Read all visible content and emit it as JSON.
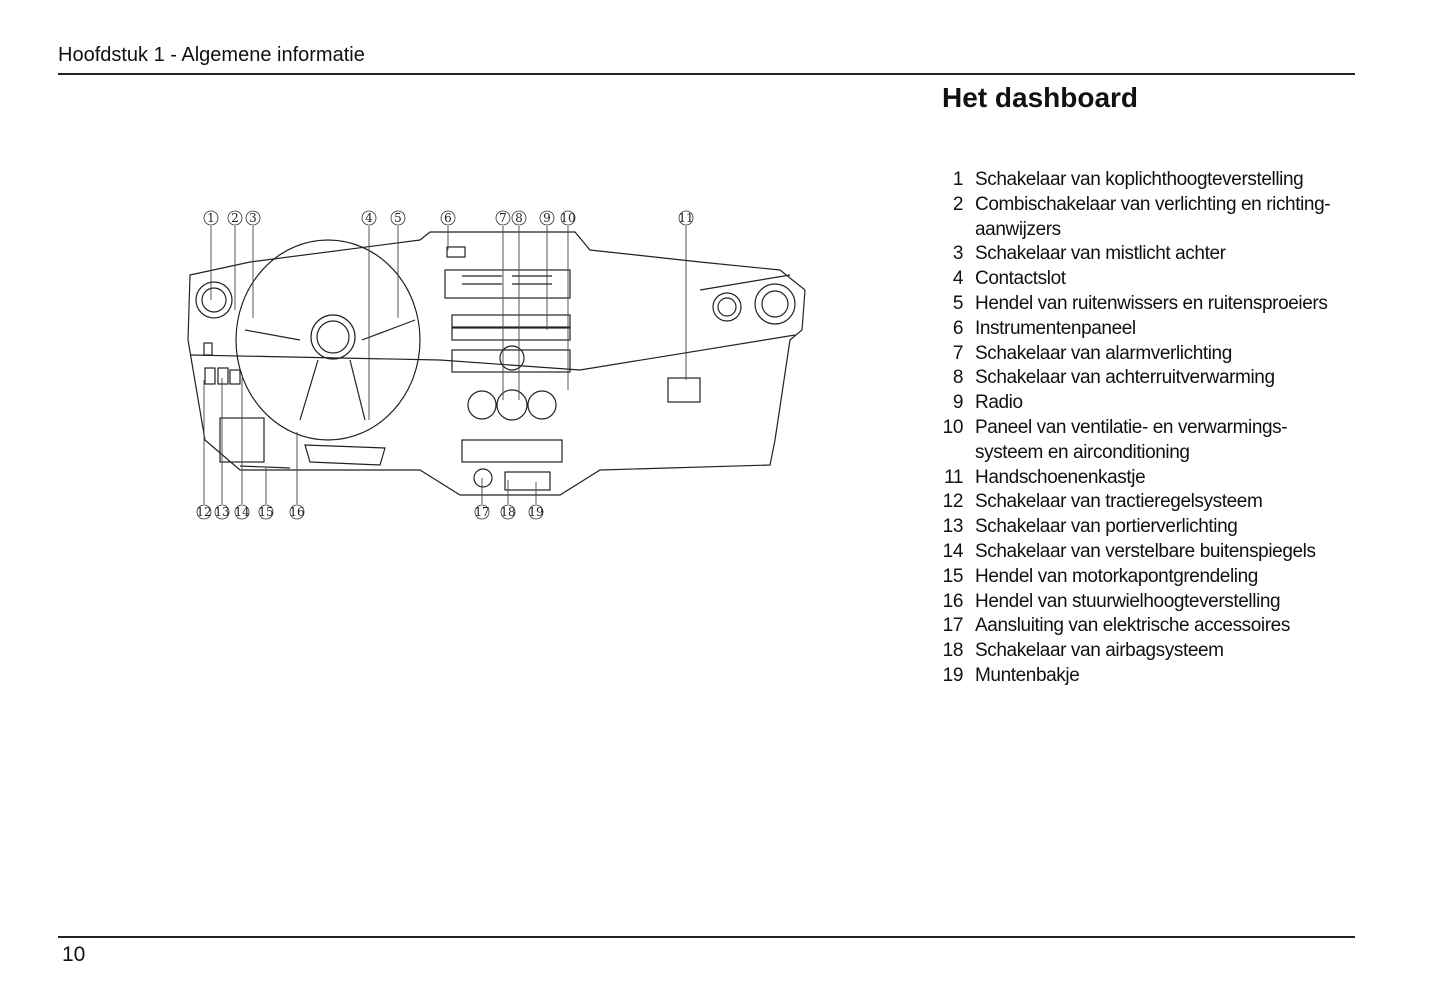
{
  "header": {
    "chapter": "Hoofdstuk 1 - Algemene informatie"
  },
  "title": "Het dashboard",
  "callouts_top": [
    "1",
    "2",
    "3",
    "4",
    "5",
    "6",
    "7",
    "8",
    "9",
    "10",
    "11"
  ],
  "callouts_bottom": [
    "12",
    "13",
    "14",
    "15",
    "16",
    "17",
    "18",
    "19"
  ],
  "items": [
    {
      "n": "1",
      "t": "Schakelaar van koplichthoogteverstelling"
    },
    {
      "n": "2",
      "t": "Combischakelaar van verlichting en richting-",
      "t2": "aanwijzers"
    },
    {
      "n": "3",
      "t": "Schakelaar van mistlicht achter"
    },
    {
      "n": "4",
      "t": "Contactslot"
    },
    {
      "n": "5",
      "t": "Hendel van ruitenwissers en ruitensproeiers"
    },
    {
      "n": "6",
      "t": "Instrumentenpaneel"
    },
    {
      "n": "7",
      "t": "Schakelaar van alarmverlichting"
    },
    {
      "n": "8",
      "t": "Schakelaar van achterruitverwarming"
    },
    {
      "n": "9",
      "t": "Radio"
    },
    {
      "n": "10",
      "t": "Paneel van ventilatie- en verwarmings-",
      "t2": "systeem en airconditioning"
    },
    {
      "n": "11",
      "t": "Handschoenenkastje"
    },
    {
      "n": "12",
      "t": "Schakelaar van tractieregelsysteem"
    },
    {
      "n": "13",
      "t": "Schakelaar van portierverlichting"
    },
    {
      "n": "14",
      "t": "Schakelaar van verstelbare buitenspiegels"
    },
    {
      "n": "15",
      "t": "Hendel van motorkapontgrendeling"
    },
    {
      "n": "16",
      "t": "Hendel van stuurwielhoogteverstelling"
    },
    {
      "n": "17",
      "t": "Aansluiting van elektrische accessoires"
    },
    {
      "n": "18",
      "t": "Schakelaar van airbagsysteem"
    },
    {
      "n": "19",
      "t": "Muntenbakje"
    }
  ],
  "page_number": "10"
}
